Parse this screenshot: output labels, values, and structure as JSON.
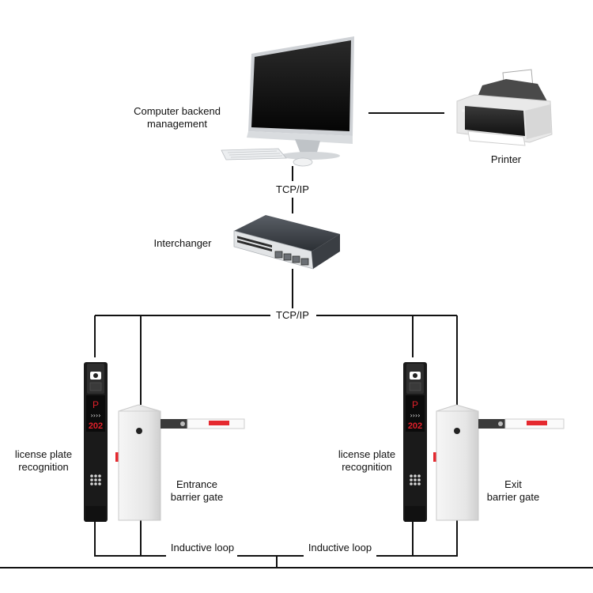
{
  "nodes": {
    "computer": {
      "label_line1": "Computer backend",
      "label_line2": "management",
      "icon": "desktop-computer-icon"
    },
    "printer": {
      "label": "Printer",
      "icon": "printer-icon"
    },
    "switch": {
      "label": "Interchanger",
      "icon": "network-switch-icon"
    },
    "lpr_entrance": {
      "label_line1": "license plate",
      "label_line2": "recognition",
      "display_letter": "P",
      "display_number": "202",
      "icon": "lpr-camera-icon"
    },
    "lpr_exit": {
      "label_line1": "license plate",
      "label_line2": "recognition",
      "display_letter": "P",
      "display_number": "202",
      "icon": "lpr-camera-icon"
    },
    "entrance_gate": {
      "label_line1": "Entrance",
      "label_line2": "barrier gate",
      "icon": "barrier-gate-icon"
    },
    "exit_gate": {
      "label_line1": "Exit",
      "label_line2": "barrier gate",
      "icon": "barrier-gate-icon"
    }
  },
  "connections": {
    "computer_to_switch": "TCP/IP",
    "switch_to_devices": "TCP/IP",
    "loop_entrance": "Inductive loop",
    "loop_exit": "Inductive loop"
  },
  "colors": {
    "line": "#111111",
    "led_red": "#e0202a",
    "boom_red": "#e5292f",
    "gate_body": "#ececec",
    "device_dark": "#1a1a1a"
  }
}
